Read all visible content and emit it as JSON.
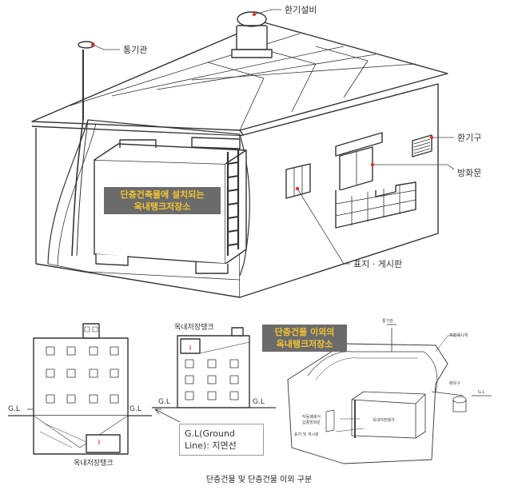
{
  "top": {
    "labels": {
      "ventilation": "환기설비",
      "vent_pipe": "통기관",
      "exhaust": "환기구",
      "fire_door": "방화문",
      "sign": "표지 · 게시판"
    },
    "center_box": [
      "단층건축물에 설치되는",
      "옥내탱크저장소"
    ]
  },
  "bottom": {
    "tank_label_left": "옥내저장탱크",
    "tank_label_mid": "옥내저장탱크",
    "gl_left": "G.L",
    "gl_left2": "G.L",
    "gl_mid": "G.L",
    "gl_mid2": "G.L",
    "gl_note": [
      "G.L(Ground",
      "Line): 지면선"
    ],
    "right_box": [
      "단층건물 이외의",
      "옥내탱크저장소"
    ],
    "small": {
      "vent": "통기관",
      "detector": "액면계시계",
      "valve": "배유구",
      "gl": "G.L",
      "fire": "자동폐쇄식",
      "fire2": "갑종방화문",
      "sign": "표지 및 게시판",
      "tank": "옥내저장탱크"
    }
  },
  "caption": "단층건물 및 단층건물 이외 구분"
}
